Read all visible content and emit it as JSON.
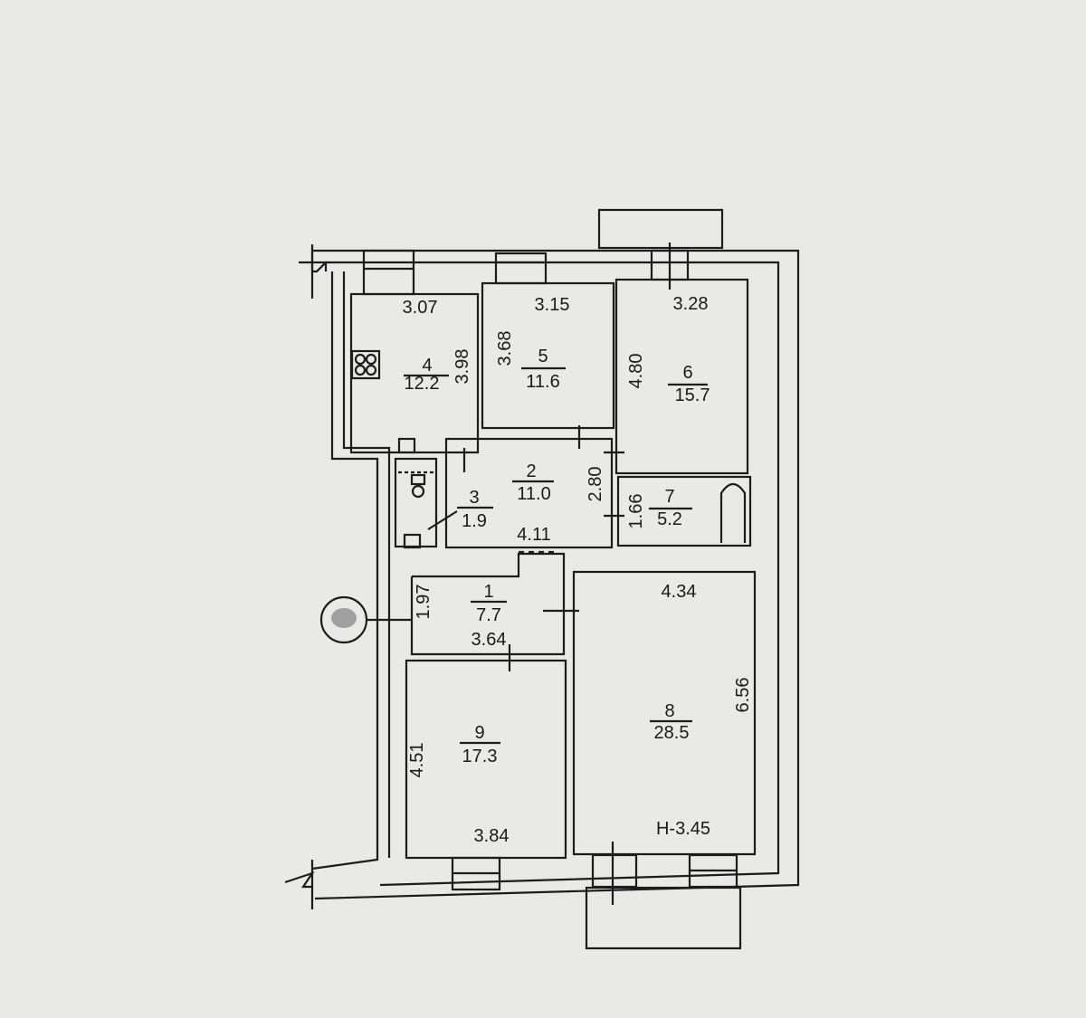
{
  "plan": {
    "rooms": [
      {
        "number": "1",
        "area": "7.7"
      },
      {
        "number": "2",
        "area": "11.0"
      },
      {
        "number": "3",
        "area": "1.9"
      },
      {
        "number": "4",
        "area": "12.2"
      },
      {
        "number": "5",
        "area": "11.6"
      },
      {
        "number": "6",
        "area": "15.7"
      },
      {
        "number": "7",
        "area": "5.2"
      },
      {
        "number": "8",
        "area": "28.5"
      },
      {
        "number": "9",
        "area": "17.3"
      }
    ],
    "dimensions": {
      "room4_width": "3.07",
      "room4_length": "3.98",
      "room5_width": "3.15",
      "room5_length": "3.68",
      "room6_width": "3.28",
      "room6_length": "4.80",
      "room2_width": "4.11",
      "room2_length": "2.80",
      "room7_length": "1.66",
      "room1_width": "3.64",
      "room1_length": "1.97",
      "room8_width": "4.34",
      "room8_length": "6.56",
      "room9_width": "3.84",
      "room9_length": "4.51"
    },
    "ceiling_height": "H-3.45"
  }
}
